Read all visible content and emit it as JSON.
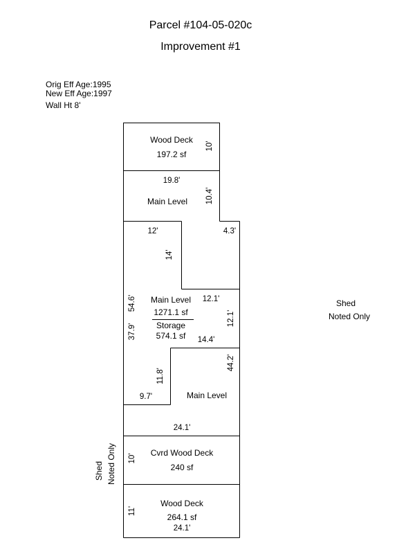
{
  "title": "Parcel #104-05-020c",
  "subtitle": "Improvement #1",
  "info": {
    "orig_eff_age": "Orig Eff Age:1995",
    "new_eff_age": "New Eff Age:1997",
    "wall_height": "Wall Ht 8'"
  },
  "areas": {
    "wood_deck_top": {
      "name": "Wood Deck",
      "area": "197.2 sf"
    },
    "main_level_upper": {
      "name": "Main Level"
    },
    "main_level_center": {
      "name": "Main Level",
      "area": "1271.1 sf"
    },
    "storage": {
      "name": "Storage",
      "area": "574.1 sf"
    },
    "main_level_lower": {
      "name": "Main Level"
    },
    "cvrd_wood_deck": {
      "name": "Cvrd Wood Deck",
      "area": "240 sf"
    },
    "wood_deck_bottom": {
      "name": "Wood Deck",
      "area": "264.1 sf"
    }
  },
  "dimensions": {
    "top_deck_depth": "10'",
    "upper_width": "19.8'",
    "upper_right_depth": "10.4'",
    "notch_width": "12'",
    "notch_step": "4.3'",
    "notch_depth": "14'",
    "left_total": "54.6'",
    "right_step_width": "12.1'",
    "left_storage": "37.9'",
    "right_step_depth": "12.1'",
    "lower_step_width": "14.4'",
    "lower_right_depth": "44.2'",
    "lower_notch_depth": "11.8'",
    "lower_notch_width": "9.7'",
    "building_width": "24.1'",
    "cvrd_deck_depth": "10'",
    "bottom_deck_depth": "11'",
    "bottom_deck_width": "24.1'"
  },
  "outbuildings": {
    "shed_right_line1": "Shed",
    "shed_right_line2": "Noted Only",
    "shed_left_line1": "Shed",
    "shed_left_line2": "Noted Only"
  }
}
